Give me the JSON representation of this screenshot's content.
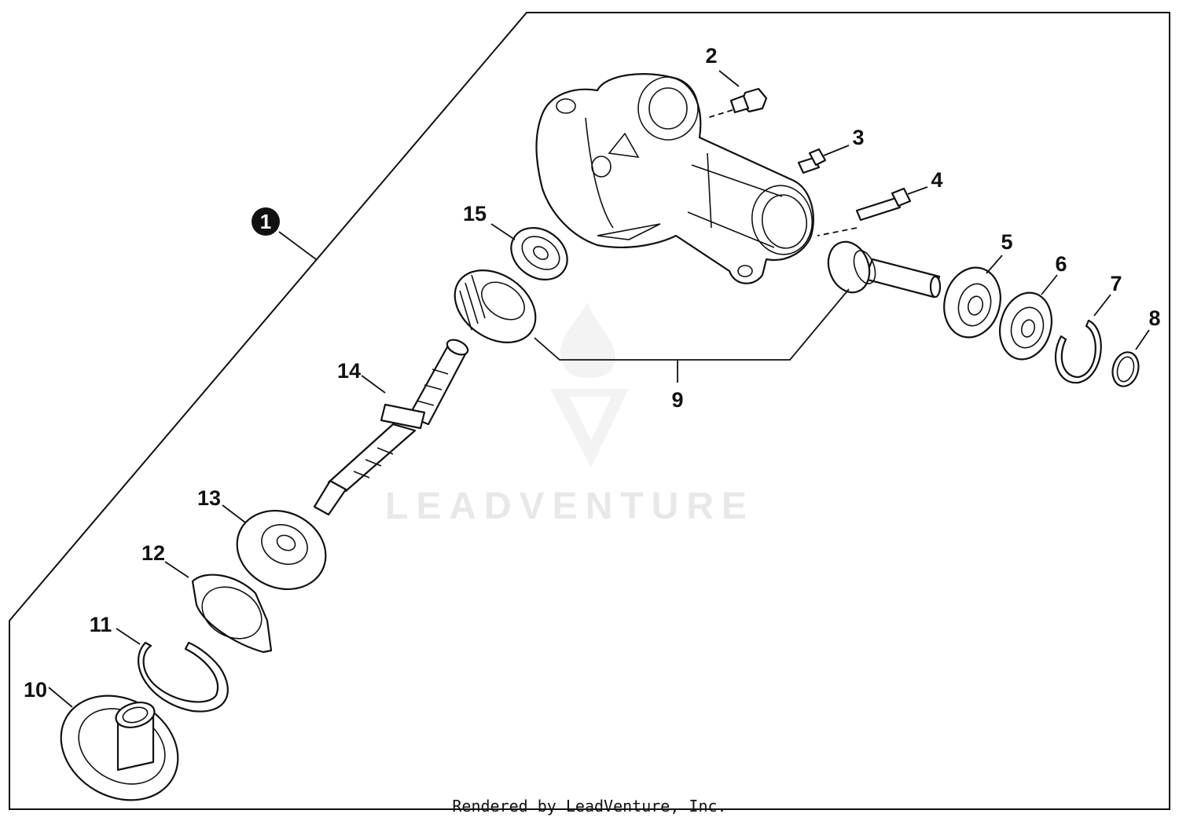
{
  "callouts": {
    "c1": "1",
    "c2": "2",
    "c3": "3",
    "c4": "4",
    "c5": "5",
    "c6": "6",
    "c7": "7",
    "c8": "8",
    "c9": "9",
    "c10": "10",
    "c11": "11",
    "c12": "12",
    "c13": "13",
    "c14": "14",
    "c15": "15"
  },
  "watermark": {
    "brand": "LEADVENTURE",
    "logo_icon": "leadventure-flame-v-logo"
  },
  "footer": {
    "credit": "Rendered by LeadVenture, Inc."
  },
  "colors": {
    "line": "#111111",
    "watermark": "#e8e8e8",
    "background": "#ffffff"
  }
}
